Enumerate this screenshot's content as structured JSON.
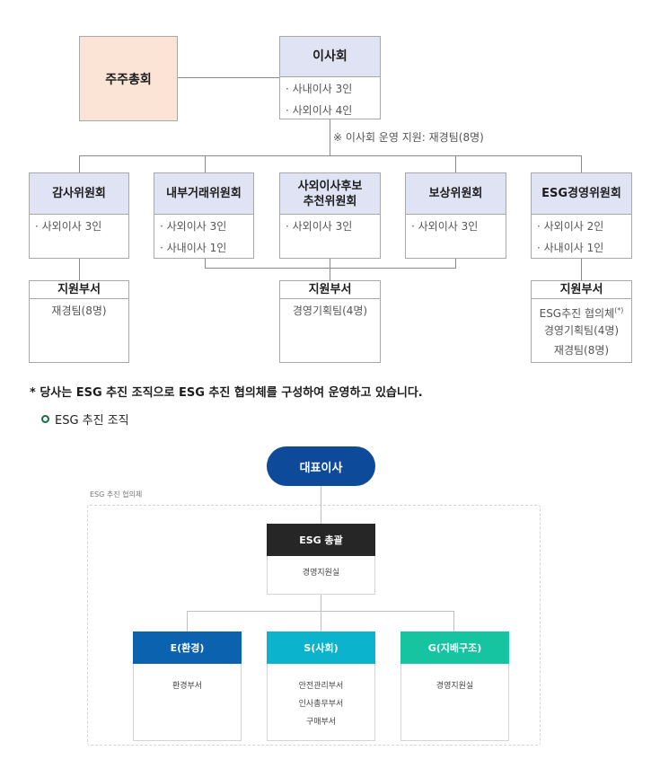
{
  "top": {
    "shareholders": "주주총회",
    "board": {
      "title": "이사회",
      "items": [
        "· 사내이사 3인",
        "· 사외이사 4인"
      ]
    },
    "support_note": "※ 이사회 운영 지원: 재경팀(8명)"
  },
  "committees": [
    {
      "title": "감사위원회",
      "items": [
        "· 사외이사 3인"
      ]
    },
    {
      "title": "내부거래위원회",
      "items": [
        "· 사외이사 3인",
        "· 사내이사 1인"
      ]
    },
    {
      "title_line1": "사외이사후보",
      "title_line2": "추천위원회",
      "items": [
        "· 사외이사 3인"
      ]
    },
    {
      "title": "보상위원회",
      "items": [
        "· 사외이사 3인"
      ]
    },
    {
      "title": "ESG경영위원회",
      "items": [
        "· 사외이사 2인",
        "· 사내이사 1인"
      ]
    }
  ],
  "support_units": [
    {
      "title": "지원부서",
      "items": [
        "재경팀(8명)"
      ]
    },
    {
      "title": "지원부서",
      "items": [
        "경영기획팀(4명)"
      ]
    },
    {
      "title": "지원부서",
      "items": [
        "ESG추진 협의체",
        "경영기획팀(4명)",
        "재경팀(8명)"
      ],
      "note_mark": "(*)"
    }
  ],
  "footnote": "* 당사는 ESG 추진 조직으로 ESG 추진 협의체를 구성하여 운영하고 있습니다.",
  "section_title": "ESG 추진 조직",
  "esg": {
    "ceo": "대표이사",
    "group_label": "ESG 추진 협의체",
    "general": {
      "title": "ESG 총괄",
      "items": [
        "경영지원실"
      ]
    },
    "units": [
      {
        "title": "E(환경)",
        "color": "#0b62ae",
        "items": [
          "환경부서"
        ]
      },
      {
        "title": "S(사회)",
        "color": "#0cb3cd",
        "items": [
          "안전관리부서",
          "인사총무부서",
          "구매부서"
        ]
      },
      {
        "title": "G(지배구조)",
        "color": "#16c4a1",
        "items": [
          "경영지원실"
        ]
      }
    ]
  },
  "colors": {
    "committee_header": "#dfe3f3",
    "shareholder_fill": "#fbe3d6",
    "ceo_fill": "#0d4a9a",
    "general_fill": "#262626",
    "bullet_ring": "#1b6b40"
  }
}
